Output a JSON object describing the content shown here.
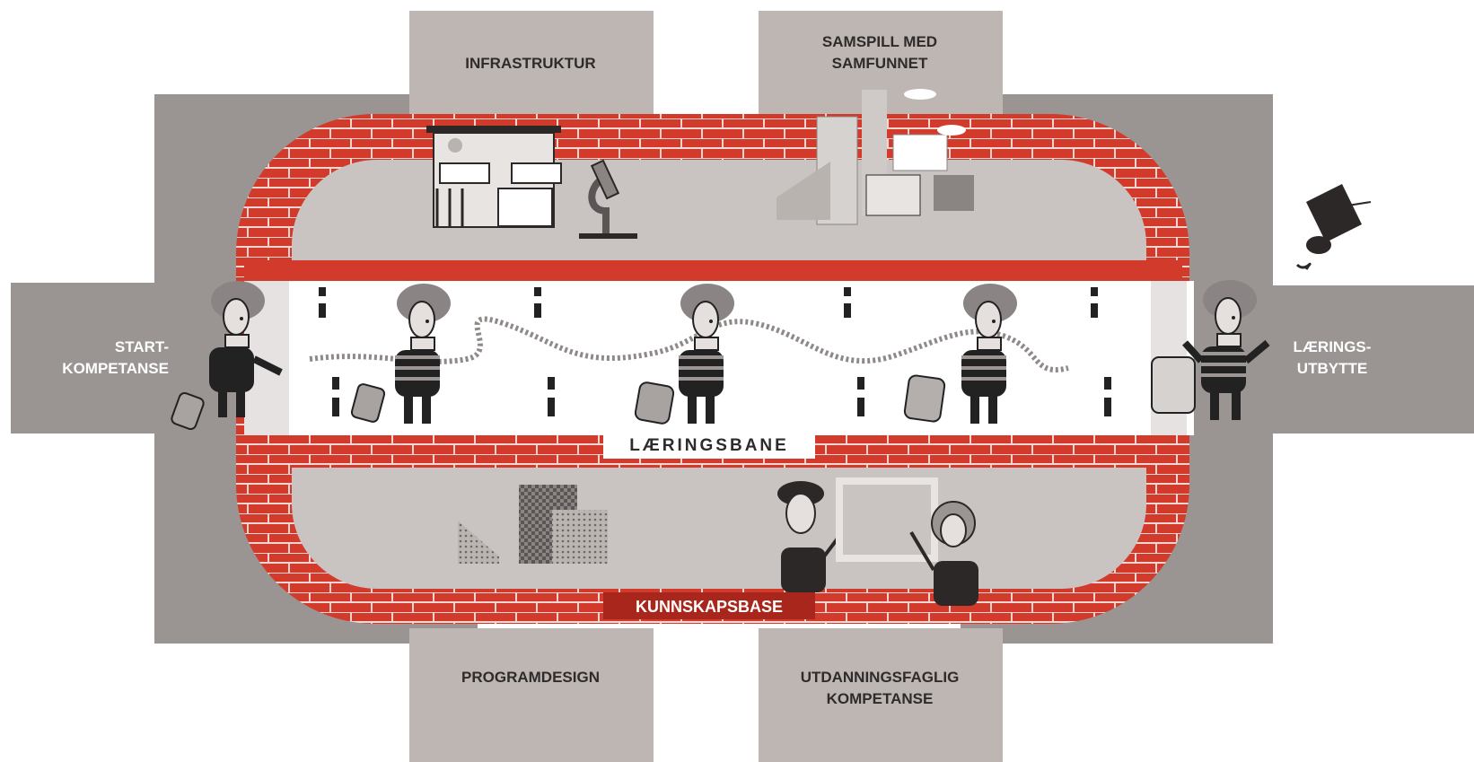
{
  "labels": {
    "infrastruktur": "INFRASTRUKTUR",
    "samspill_line1": "SAMSPILL MED",
    "samspill_line2": "SAMFUNNET",
    "start_line1": "START-",
    "start_line2": "KOMPETANSE",
    "laerings_line1": "LÆRINGS-",
    "laerings_line2": "UTBYTTE",
    "laeringsbane": "LÆRINGSBANE",
    "kunnskapsbase": "KUNNSKAPSBASE",
    "programdesign": "PROGRAMDESIGN",
    "utdanning_line1": "UTDANNINGSFAGLIG",
    "utdanning_line2": "KOMPETANSE"
  },
  "colors": {
    "outer_block": "#9a9593",
    "inner_block": "#bdb6b3",
    "track_red": "#d23b2c",
    "track_dark": "#a8261c",
    "lane_white": "#ffffff",
    "label_dark": "#2e2b2a",
    "label_light": "#ffffff"
  },
  "icons": [
    "traveler-icon",
    "suitcase-icon",
    "building-icon",
    "microscope-icon",
    "city-icon",
    "graduation-cap-icon",
    "teacher-icon",
    "blocks-icon",
    "marker-post-icon"
  ]
}
